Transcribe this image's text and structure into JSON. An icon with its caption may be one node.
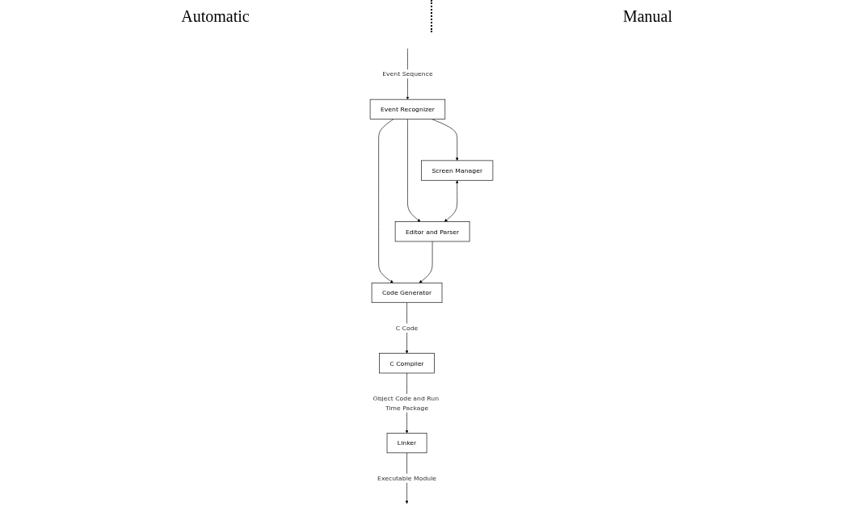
{
  "diagram": {
    "nodes": [
      {
        "text": [
          "Event Recognizer"
        ]
      },
      {
        "text": [
          "Screen Manager"
        ]
      },
      {
        "text": [
          "Editor and Parser"
        ]
      },
      {
        "text": [
          "Code Generator"
        ]
      },
      {
        "text": [
          "C Compiler"
        ]
      },
      {
        "text": [
          "Linker"
        ]
      }
    ],
    "edges": [
      {
        "from": null,
        "to": 0,
        "arrow": "to",
        "label": "Event Sequence"
      },
      {
        "from": 0,
        "to": 1,
        "arrow": "to"
      },
      {
        "from": 0,
        "to": 2,
        "arrow": "to"
      },
      {
        "from": 0,
        "to": 3,
        "arrow": "to"
      },
      {
        "from": 1,
        "to": 2,
        "arrow": "both"
      },
      {
        "from": 2,
        "to": 3,
        "arrow": "to"
      },
      {
        "from": 3,
        "to": 4,
        "arrow": "to",
        "label": "C Code"
      },
      {
        "from": 4,
        "to": 5,
        "arrow": "to",
        "label": "Object Code and Run Time Package"
      },
      {
        "from": 5,
        "to": null,
        "arrow": "to",
        "label": "Executable Module"
      }
    ],
    "labels": [
      "Automatic",
      "Manual"
    ]
  }
}
